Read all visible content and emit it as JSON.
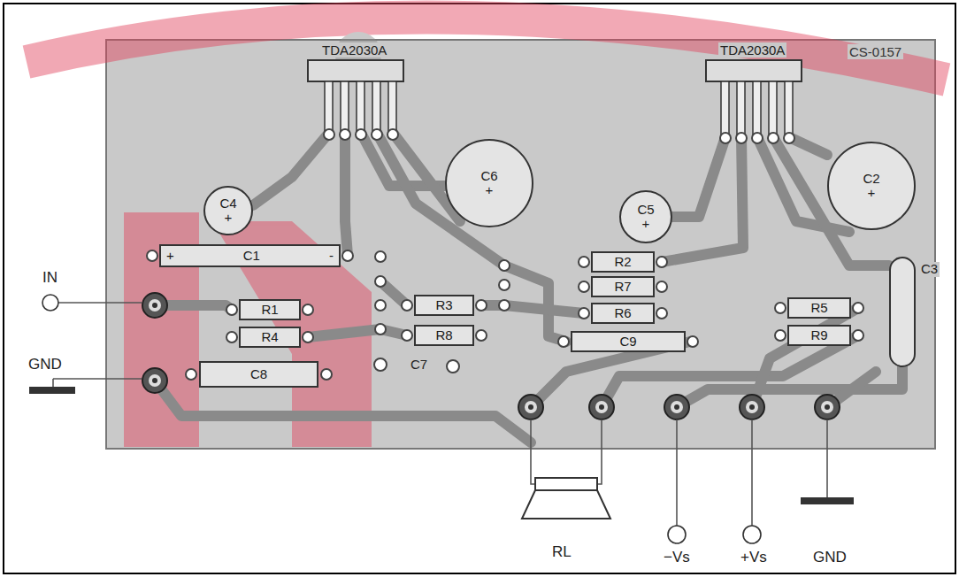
{
  "diagram": {
    "nodes": [
      {
        "text": [
          "C4",
          "+"
        ]
      },
      {
        "text": [
          "+",
          "C1",
          "-"
        ]
      },
      {
        "text": [
          "R1"
        ]
      },
      {
        "text": [
          "R4"
        ]
      },
      {
        "text": [
          "C8"
        ]
      },
      {
        "text": [
          "R3"
        ]
      },
      {
        "text": [
          "R8"
        ]
      },
      {
        "text": [
          "C6",
          "+"
        ]
      },
      {
        "text": [
          "C5",
          "+"
        ]
      },
      {
        "text": [
          "R2"
        ]
      },
      {
        "text": [
          "R7"
        ]
      },
      {
        "text": [
          "R6"
        ]
      },
      {
        "text": [
          "C9"
        ]
      },
      {
        "text": [
          "C2",
          "+"
        ]
      },
      {
        "text": [
          "R5"
        ]
      },
      {
        "text": [
          "R9"
        ]
      },
      {
        "text": [
          "C3"
        ]
      }
    ],
    "labels": [
      "CS-0157",
      "TDA2030A",
      "TDA2030A",
      "IN",
      "GND",
      "C7",
      "RL",
      "−Vs",
      "+Vs",
      "GND"
    ]
  }
}
